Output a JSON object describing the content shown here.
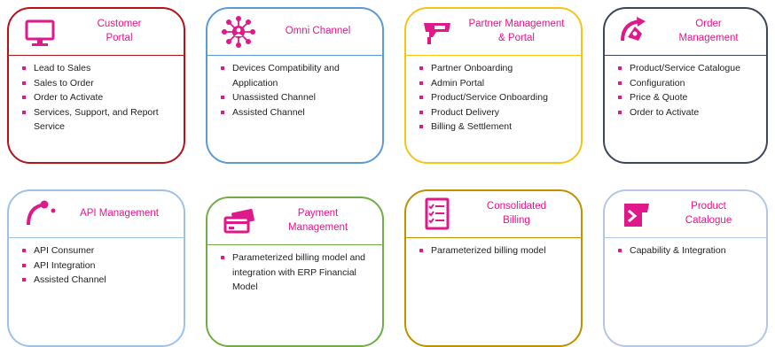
{
  "accent_color": "#e0198a",
  "cards": [
    {
      "title_lines": [
        "Customer",
        "Portal"
      ],
      "icon": "monitor-icon",
      "border_color": "#b5121b",
      "items": [
        "Lead to Sales",
        "Sales to Order",
        "Order to Activate",
        "Services, Support, and Report Service"
      ]
    },
    {
      "title_lines": [
        "Omni Channel"
      ],
      "icon": "omni-channel-network-icon",
      "border_color": "#5b9bd5",
      "items": [
        "Devices Compatibility and Application",
        "Unassisted Channel",
        "Assisted Channel"
      ]
    },
    {
      "title_lines": [
        "Partner Management",
        "& Portal"
      ],
      "icon": "partner-portal-icon",
      "border_color": "#f4c514",
      "items": [
        "Partner Onboarding",
        "Admin Portal",
        "Product/Service Onboarding",
        "Product Delivery",
        "Billing & Settlement"
      ]
    },
    {
      "title_lines": [
        "Order",
        "Management"
      ],
      "icon": "order-management-icon",
      "border_color": "#3d4559",
      "items": [
        "Product/Service Catalogue",
        "Configuration",
        "Price & Quote",
        "Order to Activate"
      ]
    },
    {
      "title_lines": [
        "API Management"
      ],
      "icon": "api-management-icon",
      "border_color": "#9dc3e6",
      "items": [
        "API Consumer",
        "API Integration",
        "Assisted Channel"
      ]
    },
    {
      "title_lines": [
        "Payment",
        "Management"
      ],
      "icon": "payment-card-icon",
      "border_color": "#70ad47",
      "items": [
        "Parameterized billing model and integration with ERP Financial Model"
      ]
    },
    {
      "title_lines": [
        "Consolidated",
        "Billing"
      ],
      "icon": "checklist-icon",
      "border_color": "#bf9000",
      "items": [
        "Parameterized billing model"
      ]
    },
    {
      "title_lines": [
        "Product",
        "Catalogue"
      ],
      "icon": "product-catalogue-icon",
      "border_color": "#b4c7e7",
      "items": [
        "Capability & Integration"
      ]
    }
  ]
}
